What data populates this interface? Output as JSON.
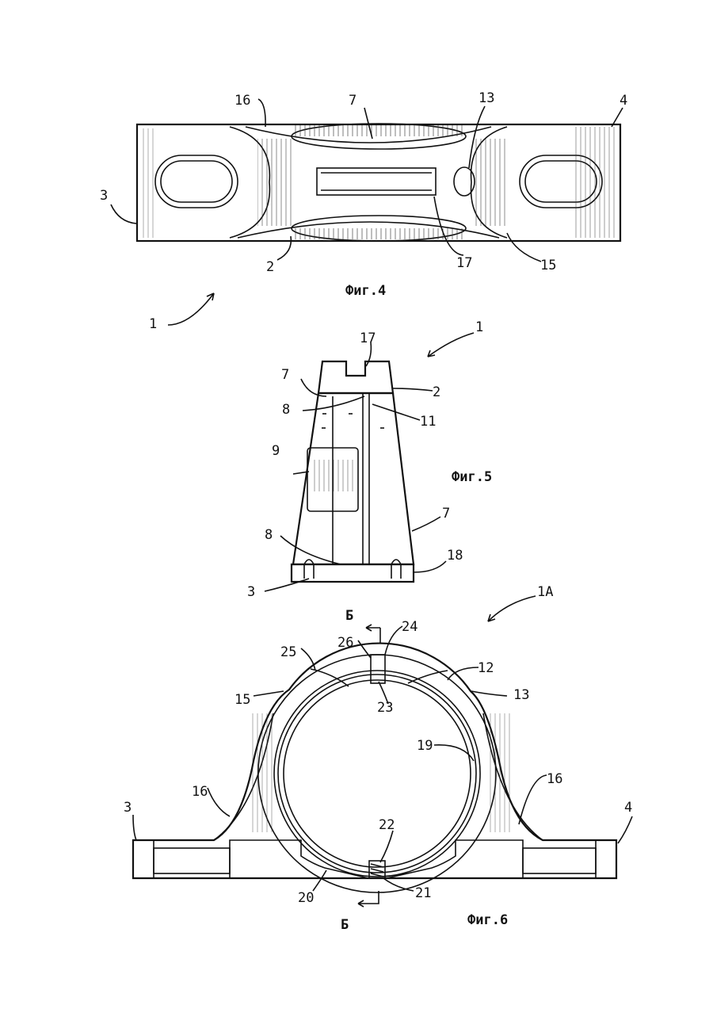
{
  "figures": [
    {
      "caption": "Фиг.4",
      "labels": [
        "1",
        "2",
        "3",
        "4",
        "7",
        "13",
        "15",
        "16",
        "17"
      ]
    },
    {
      "caption": "Фиг.5",
      "labels": [
        "1",
        "2",
        "3",
        "7",
        "7",
        "8",
        "8",
        "9",
        "11",
        "17",
        "18"
      ]
    },
    {
      "caption": "Фиг.6",
      "section_mark_top": "Б",
      "section_mark_bottom": "Б",
      "labels": [
        "1A",
        "3",
        "4",
        "12",
        "13",
        "15",
        "16",
        "16",
        "19",
        "20",
        "21",
        "22",
        "23",
        "24",
        "25",
        "26"
      ]
    }
  ]
}
